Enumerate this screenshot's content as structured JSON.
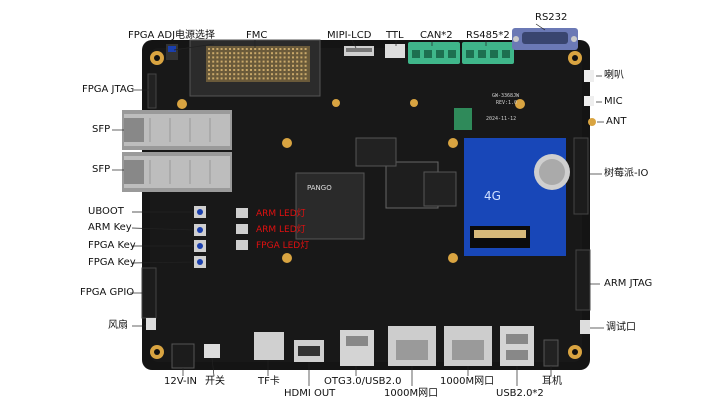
{
  "labels": {
    "fpga_adj": "FPGA ADJ电源选择",
    "fmc": "FMC",
    "mipi_lcd": "MIPI-LCD",
    "ttl": "TTL",
    "can": "CAN*2",
    "rs485": "RS485*2",
    "rs232": "RS232",
    "fpga_jtag": "FPGA JTAG",
    "speaker": "喇叭",
    "mic": "MIC",
    "ant": "ANT",
    "sfp1": "SFP",
    "sfp2": "SFP",
    "raspberry_io": "树莓派-IO",
    "uboot": "UBOOT",
    "arm_key": "ARM Key",
    "fpga_key1": "FPGA Key",
    "fpga_key2": "FPGA Key",
    "arm_led1": "ARM LED灯",
    "arm_led2": "ARM LED灯",
    "fpga_led": "FPGA LED灯",
    "fpga_gpio": "FPGA GPIO",
    "arm_jtag": "ARM JTAG",
    "fan": "风扇",
    "debug_port": "调试口",
    "power_in": "12V-IN",
    "switch": "开关",
    "tf_card": "TF卡",
    "hdmi_out": "HDMI OUT",
    "otg": "OTG3.0/USB2.0",
    "eth1": "1000M网口",
    "eth2": "1000M网口",
    "usb2": "USB2.0*2",
    "earphone": "耳机"
  },
  "board": {
    "module_4g": "4G",
    "fpga_brand": "PANGO",
    "model_text": "GW-3368JW",
    "rev_text": "REV:1.0",
    "date_text": "2024-11-12"
  },
  "colors": {
    "board": "#121212",
    "pad": "#d9a441",
    "module_4g": "#1847b8",
    "terminal_green": "#3fb68a",
    "rs232_blue": "#5a6aa8",
    "red_text": "#e01010"
  }
}
